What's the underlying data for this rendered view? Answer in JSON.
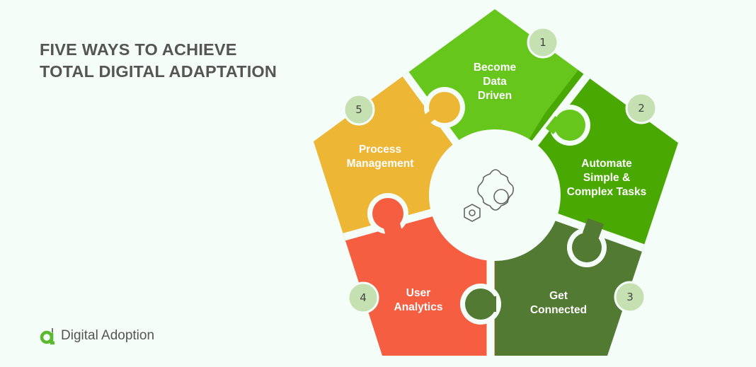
{
  "title": {
    "line1": "FIVE WAYS TO ACHIEVE",
    "line2": "TOTAL DIGITAL ADAPTATION"
  },
  "brand": {
    "name": "Digital Adoption",
    "logo_icon": "digital-adoption-logo-icon"
  },
  "center": {
    "icon": "gears-icon"
  },
  "colors": {
    "background": "#f5fdf8",
    "piece1": "#66c61c",
    "piece2": "#4aa802",
    "piece3": "#537a33",
    "piece4": "#f65e42",
    "piece5": "#edb634",
    "badge": "#c5e1b2",
    "title_text": "#555555"
  },
  "pieces": [
    {
      "number": "1",
      "lines": [
        "Become",
        "Data",
        "Driven"
      ]
    },
    {
      "number": "2",
      "lines": [
        "Automate",
        "Simple &",
        "Complex Tasks"
      ]
    },
    {
      "number": "3",
      "lines": [
        "Get",
        "Connected"
      ]
    },
    {
      "number": "4",
      "lines": [
        "User",
        "Analytics"
      ]
    },
    {
      "number": "5",
      "lines": [
        "Process",
        "Management"
      ]
    }
  ]
}
